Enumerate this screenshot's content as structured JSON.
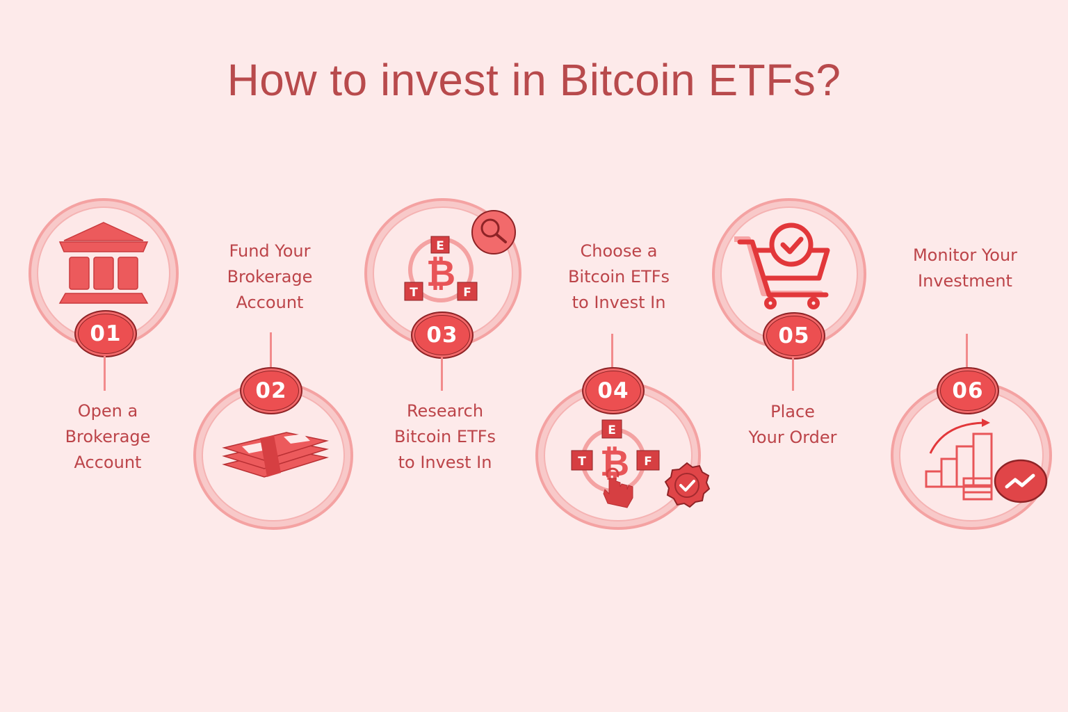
{
  "title": "How to invest in Bitcoin ETFs?",
  "colors": {
    "background": "#fdeaea",
    "title": "#b84a4c",
    "label": "#bc4449",
    "badge_fill": "#ec4f51",
    "badge_outline": "#8e2326",
    "ring": "#f4a2a2",
    "icon": "#e85558"
  },
  "steps": [
    {
      "number": "01",
      "label": "Open a\nBrokerage\nAccount",
      "icon": "bank-icon",
      "position": "top-circle-label-below"
    },
    {
      "number": "02",
      "label": "Fund Your\nBrokerage\nAccount",
      "icon": "money-stack-icon",
      "position": "bottom-circle-label-above"
    },
    {
      "number": "03",
      "label": "Research\nBitcoin ETFs\nto Invest In",
      "icon": "bitcoin-etf-search-icon",
      "position": "top-circle-label-below"
    },
    {
      "number": "04",
      "label": "Choose a\nBitcoin ETFs\nto Invest In",
      "icon": "bitcoin-etf-select-icon",
      "position": "bottom-circle-label-above"
    },
    {
      "number": "05",
      "label": "Place\nYour Order",
      "icon": "cart-check-icon",
      "position": "top-circle-label-below"
    },
    {
      "number": "06",
      "label": "Monitor Your\nInvestment",
      "icon": "growth-chart-icon",
      "position": "bottom-circle-label-above"
    }
  ],
  "etf_letters": {
    "e": "E",
    "t": "T",
    "f": "F"
  }
}
